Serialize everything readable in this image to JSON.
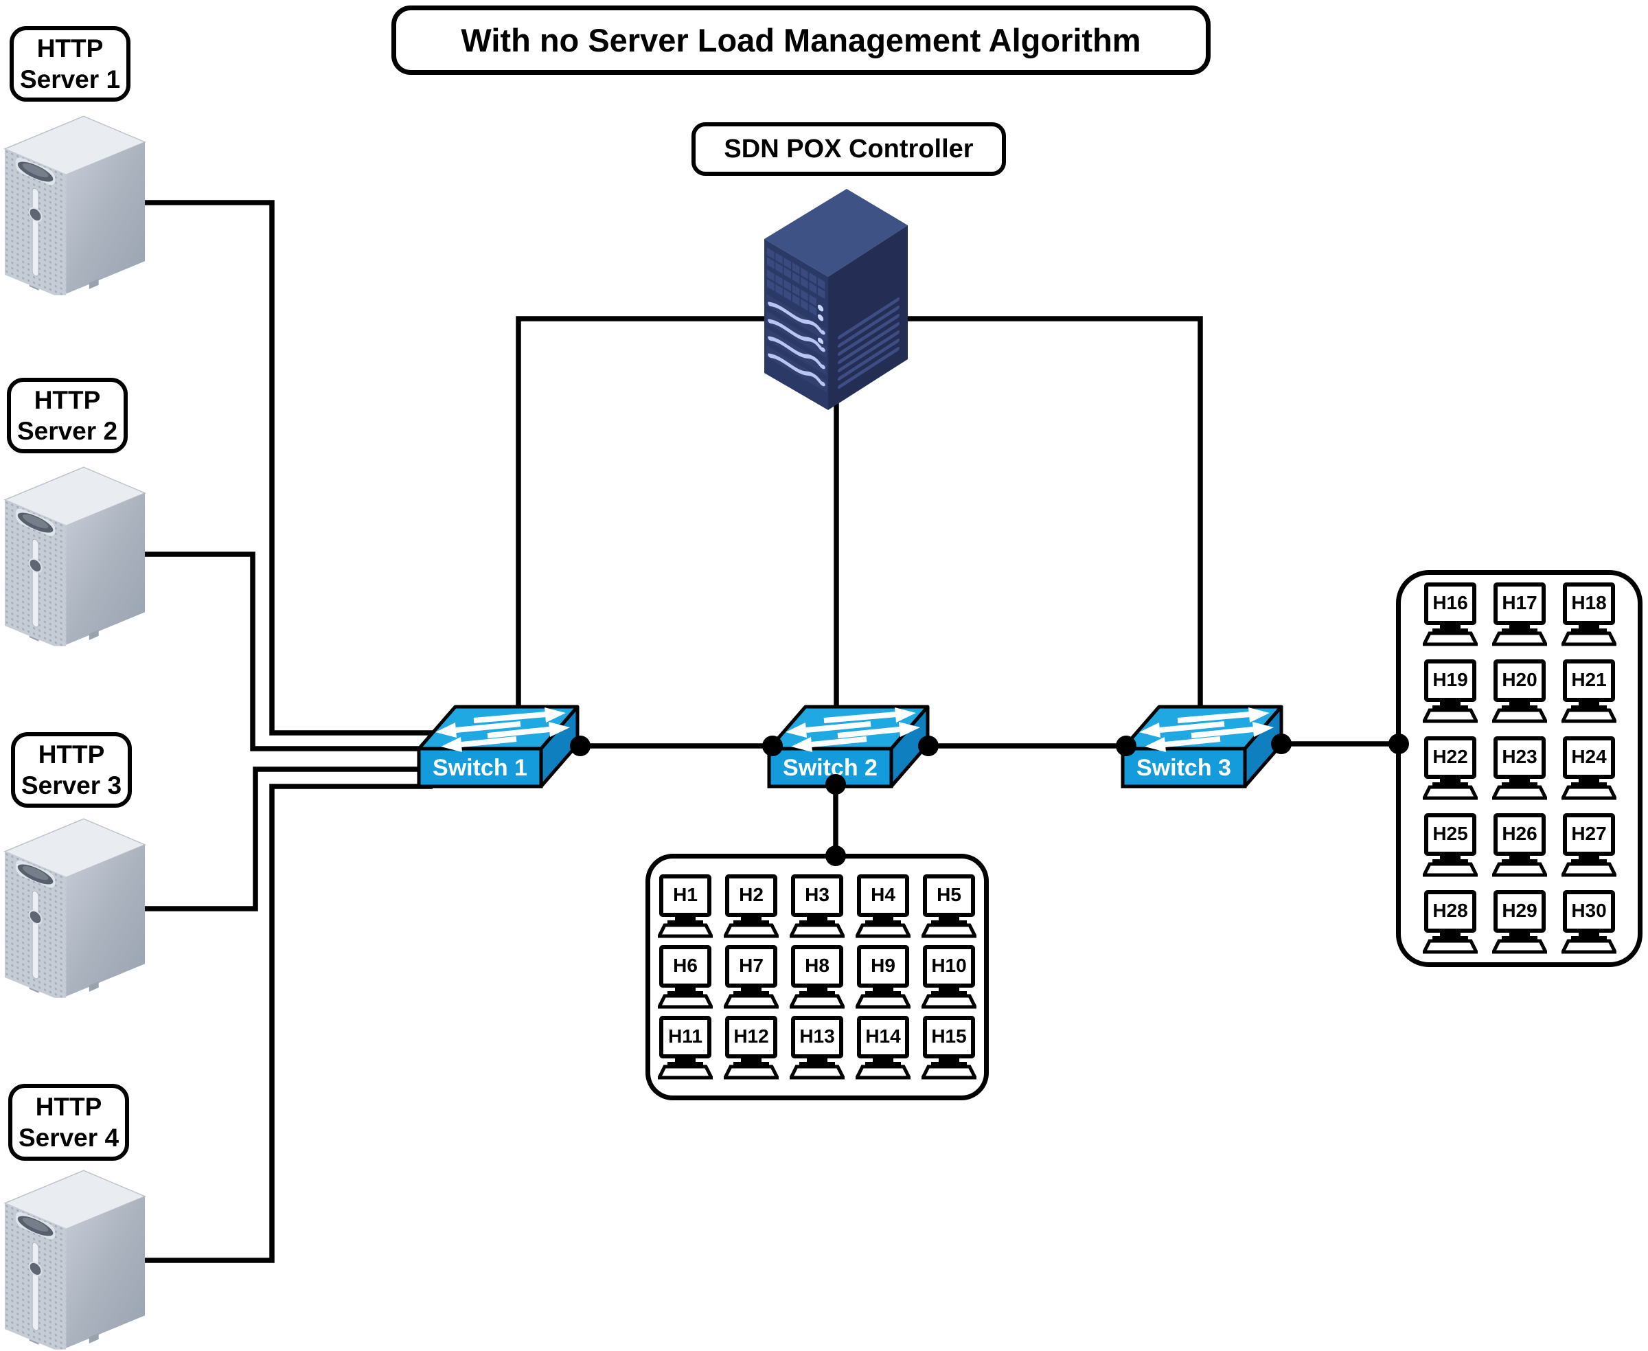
{
  "title": {
    "text": "With no Server Load Management Algorithm"
  },
  "controller": {
    "label": "SDN POX Controller"
  },
  "servers": [
    {
      "name": "HTTP Server 1",
      "line1": "HTTP",
      "line2": "Server 1"
    },
    {
      "name": "HTTP Server 2",
      "line1": "HTTP",
      "line2": "Server 2"
    },
    {
      "name": "HTTP Server 3",
      "line1": "HTTP",
      "line2": "Server 3"
    },
    {
      "name": "HTTP Server 4",
      "line1": "HTTP",
      "line2": "Server 4"
    }
  ],
  "switches": [
    {
      "label": "Switch 1"
    },
    {
      "label": "Switch 2"
    },
    {
      "label": "Switch 3"
    }
  ],
  "host_groups": [
    {
      "name": "hosts-of-switch-2",
      "hosts": [
        "H1",
        "H2",
        "H3",
        "H4",
        "H5",
        "H6",
        "H7",
        "H8",
        "H9",
        "H10",
        "H11",
        "H12",
        "H13",
        "H14",
        "H15"
      ]
    },
    {
      "name": "hosts-of-switch-3",
      "hosts": [
        "H16",
        "H17",
        "H18",
        "H19",
        "H20",
        "H21",
        "H22",
        "H23",
        "H24",
        "H25",
        "H26",
        "H27",
        "H28",
        "H29",
        "H30"
      ]
    }
  ],
  "colors": {
    "line": "#000000",
    "label_text": "#000000",
    "switch_label_text": "#FFFFFF",
    "switch_top": "#1FA8E2",
    "switch_front": "#139BDB",
    "switch_side": "#0F7FC0",
    "controller_top": "#3E5286",
    "controller_front": "#2B3966",
    "controller_side": "#242E54"
  }
}
